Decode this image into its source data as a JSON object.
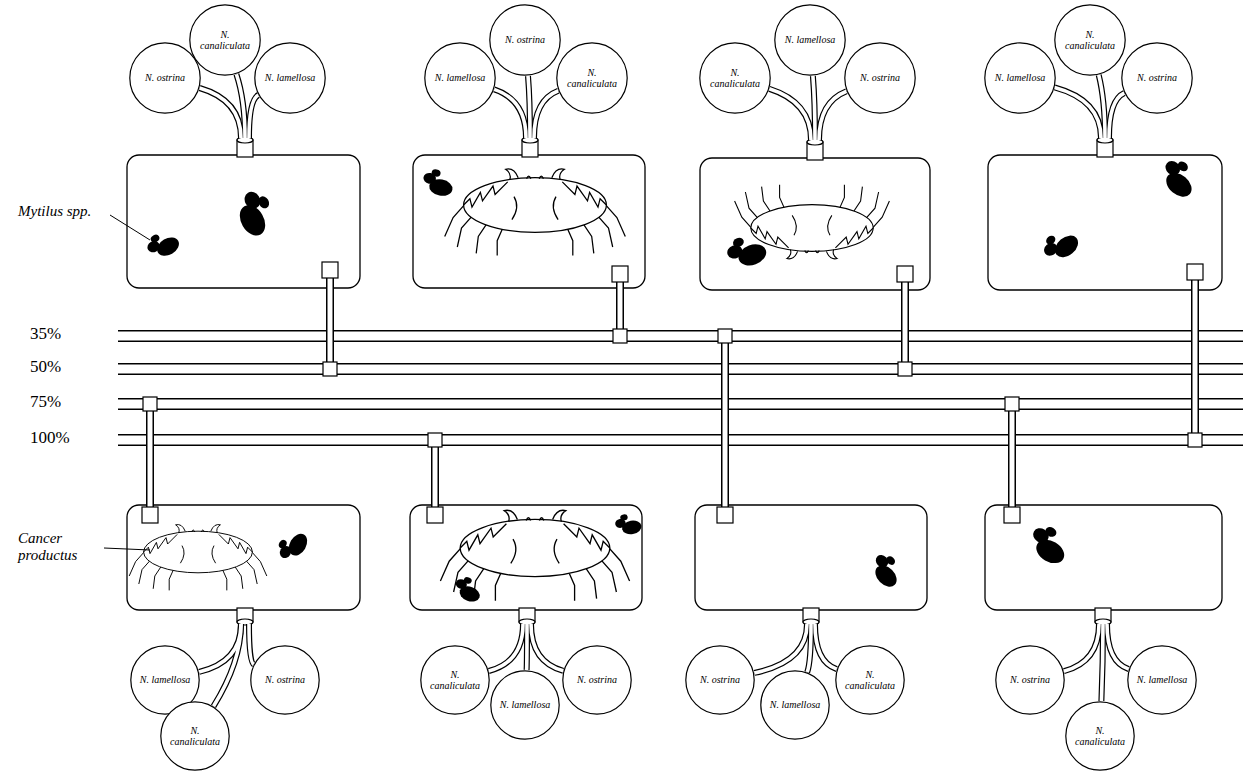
{
  "diagram": {
    "nodes": [
      {
        "text": [
          "N. ostrina"
        ]
      },
      {
        "text": [
          "N. canaliculata"
        ]
      },
      {
        "text": [
          "N. lamellosa"
        ]
      },
      {
        "text": [
          "N. lamellosa"
        ]
      },
      {
        "text": [
          "N. ostrina"
        ]
      },
      {
        "text": [
          "N. canaliculata"
        ]
      },
      {
        "text": [
          "N. canaliculata"
        ]
      },
      {
        "text": [
          "N. lamellosa"
        ]
      },
      {
        "text": [
          "N. ostrina"
        ]
      },
      {
        "text": [
          "N. lamellosa"
        ]
      },
      {
        "text": [
          "N. canaliculata"
        ]
      },
      {
        "text": [
          "N. ostrina"
        ]
      },
      {
        "text": [
          "N. lamellosa"
        ]
      },
      {
        "text": [
          "N. canaliculata"
        ]
      },
      {
        "text": [
          "N. ostrina"
        ]
      },
      {
        "text": [
          "N. canaliculata"
        ]
      },
      {
        "text": [
          "N. lamellosa"
        ]
      },
      {
        "text": [
          "N. ostrina"
        ]
      },
      {
        "text": [
          "N. ostrina"
        ]
      },
      {
        "text": [
          "N. lamellosa"
        ]
      },
      {
        "text": [
          "N. canaliculata"
        ]
      },
      {
        "text": [
          "N. ostrina"
        ]
      },
      {
        "text": [
          "N. canaliculata"
        ]
      },
      {
        "text": [
          "N. lamellosa"
        ]
      }
    ],
    "labels": [
      "35%",
      "50%",
      "75%",
      "100%",
      "Mytilus spp.",
      "Cancer productus"
    ]
  }
}
